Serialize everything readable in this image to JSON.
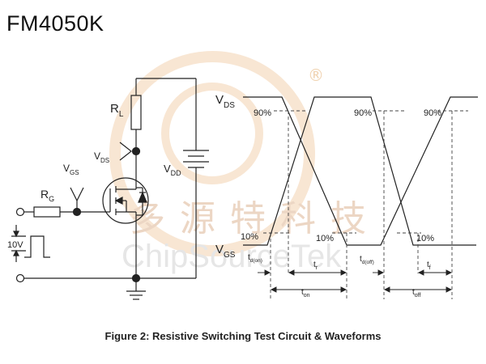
{
  "title": "FM4050K",
  "caption": "Figure 2: Resistive Switching Test Circuit & Waveforms",
  "watermark": {
    "registered": "®",
    "cn_text": "多源特科技",
    "en_text": "ChipSourceTek",
    "color": "#f3d8b8"
  },
  "circuit": {
    "rl": "R",
    "rl_sub": "L",
    "rg": "R",
    "rg_sub": "G",
    "vgs": "V",
    "vgs_sub": "GS",
    "vds": "V",
    "vds_sub": "DS",
    "vdd": "V",
    "vdd_sub": "DD",
    "pulse_amp": "10V"
  },
  "waveform": {
    "vds": "V",
    "vds_sub": "DS",
    "vgs": "V",
    "vgs_sub": "GS",
    "p90_1": "90%",
    "p90_2": "90%",
    "p90_3": "90%",
    "p10_1": "10%",
    "p10_2": "10%",
    "p10_3": "10%",
    "td_on": "t",
    "td_on_sub": "d(on)",
    "tr": "t",
    "tr_sub": "r",
    "ton": "t",
    "ton_sub": "on",
    "td_off": "t",
    "td_off_sub": "d(off)",
    "tf": "t",
    "tf_sub": "f",
    "toff": "t",
    "toff_sub": "off"
  },
  "colors": {
    "ink": "#222222",
    "dash": "#444444",
    "watermark": "#f3d8b8"
  }
}
